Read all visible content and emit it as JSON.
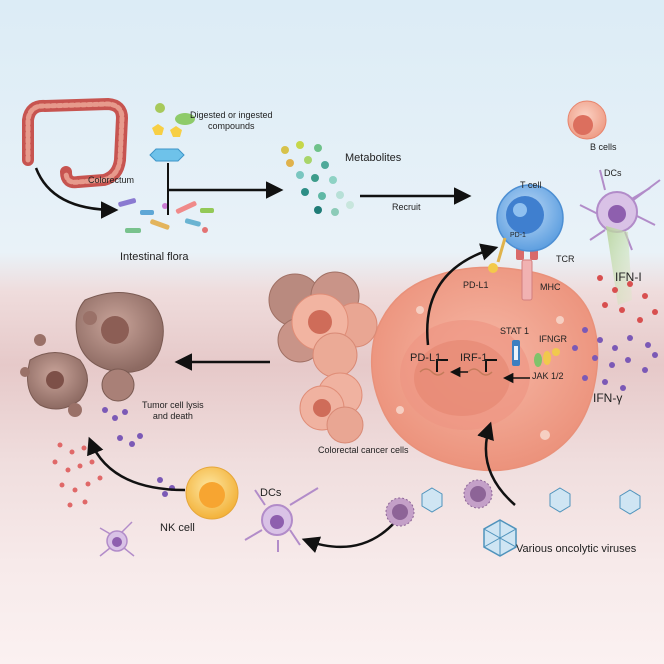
{
  "labels": {
    "colorectum": "Colorectum",
    "digested_compounds": "Digested or ingested\ncompounds",
    "intestinal_flora": "Intestinal flora",
    "metabolites": "Metabolites",
    "recruit": "Recruit",
    "b_cells": "B cells",
    "dcs_top": "DCs",
    "t_cell": "T cell",
    "pd1": "PD-1",
    "pdl1_small": "PD-L1",
    "tcr": "TCR",
    "mhc": "MHC",
    "ifn_i": "IFN-I",
    "ifngr": "IFNGR",
    "stat1": "STAT 1",
    "jak": "JAK 1/2",
    "ifn_gamma": "IFN-γ",
    "pdl1_gene": "PD-L1",
    "irf1_gene": "IRF-1",
    "tumor_lysis": "Tumor cell lysis\nand death",
    "crc_cells": "Colorectal cancer cells",
    "nk_cell": "NK cell",
    "dcs_bottom": "DCs",
    "viruses": "Various oncolytic viruses"
  },
  "colors": {
    "tumor": "#f1a48f",
    "tumor_nucleus": "#e07d68",
    "t_cell": "#6aa8e6",
    "colon": "#c0504d",
    "arrow": "#111111",
    "nk": "#f6c14a",
    "dc": "#b18cc6",
    "virus": "#6aa7c9"
  }
}
